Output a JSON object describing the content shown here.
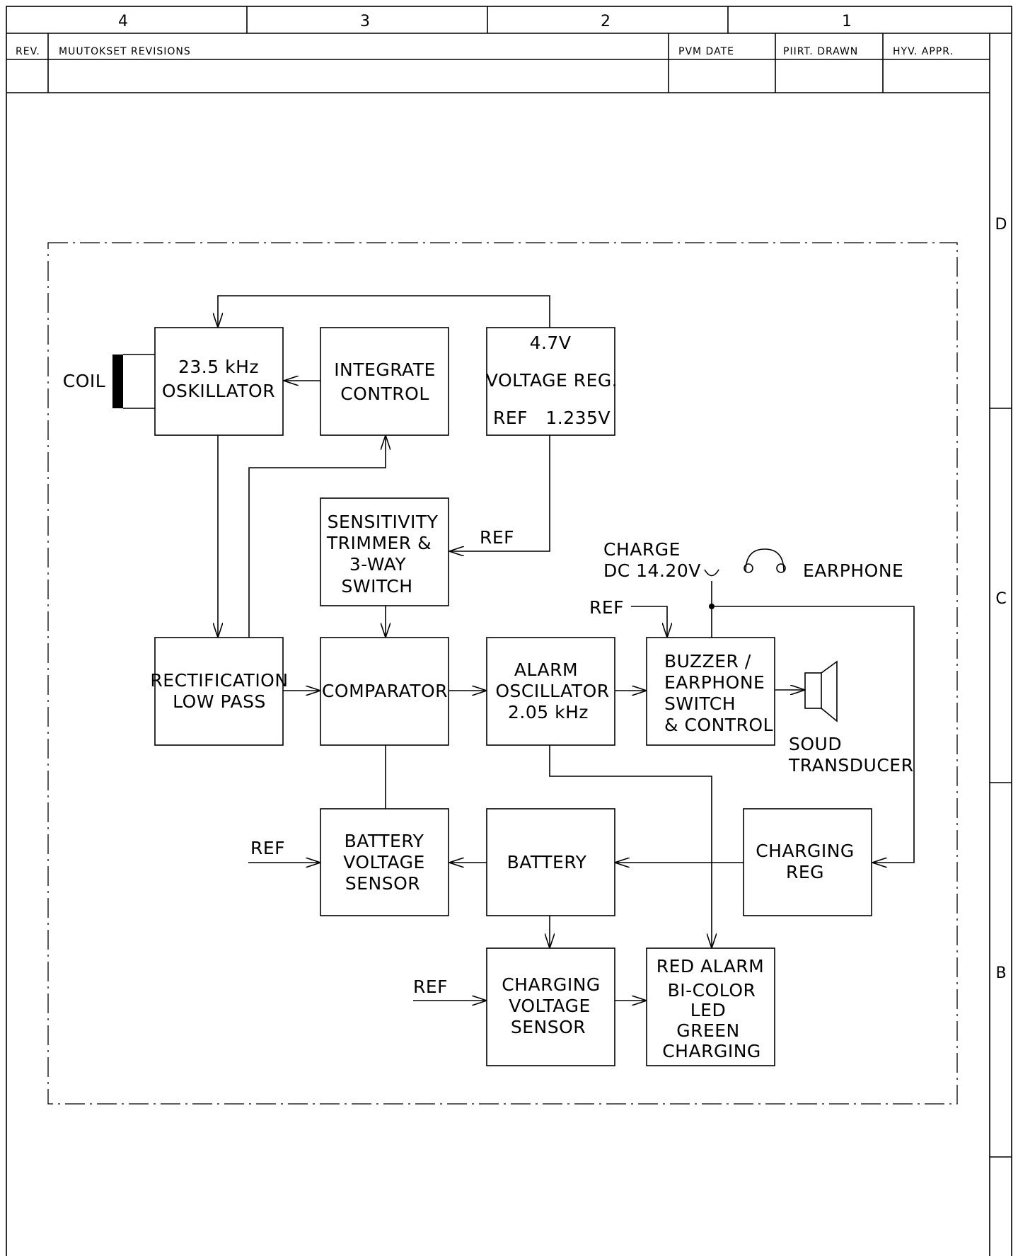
{
  "title_block": {
    "col_numbers": [
      "4",
      "3",
      "2",
      "1"
    ],
    "headers": {
      "rev": "REV.",
      "revisions": "MUUTOKSET  REVISIONS",
      "date": "PVM  DATE",
      "drawn": "PIIRT.  DRAWN",
      "appr": "HYV.  APPR."
    }
  },
  "zones": [
    "D",
    "C",
    "B"
  ],
  "blocks": {
    "oscillator": [
      "23.5 kHz",
      "OSKILLATOR"
    ],
    "integrate": [
      "INTEGRATE",
      "CONTROL"
    ],
    "voltage_reg": [
      "4.7V",
      "VOLTAGE REG.",
      "REF   1.235V"
    ],
    "sensitivity": [
      "SENSITIVITY",
      "TRIMMER &",
      "3-WAY",
      "SWITCH"
    ],
    "rectification": [
      "RECTIFICATION",
      "LOW PASS"
    ],
    "comparator": [
      "COMPARATOR"
    ],
    "alarm_osc": [
      "ALARM",
      "OSCILLATOR",
      "2.05 kHz"
    ],
    "buzzer": [
      "BUZZER /",
      "EARPHONE",
      "SWITCH",
      "& CONTROL"
    ],
    "battery_sensor": [
      "BATTERY",
      "VOLTAGE",
      "SENSOR"
    ],
    "battery": [
      "BATTERY"
    ],
    "charging_reg": [
      "CHARGING",
      "REG"
    ],
    "charging_sensor": [
      "CHARGING",
      "VOLTAGE",
      "SENSOR"
    ],
    "led": [
      "RED ALARM",
      "BI-COLOR",
      "LED",
      "GREEN",
      "CHARGING"
    ]
  },
  "labels": {
    "coil": "COIL",
    "ref": "REF",
    "charge": [
      "CHARGE",
      "DC 14.20V"
    ],
    "earphone": "EARPHONE",
    "transducer": [
      "SOUD",
      "TRANSDUCER"
    ]
  }
}
